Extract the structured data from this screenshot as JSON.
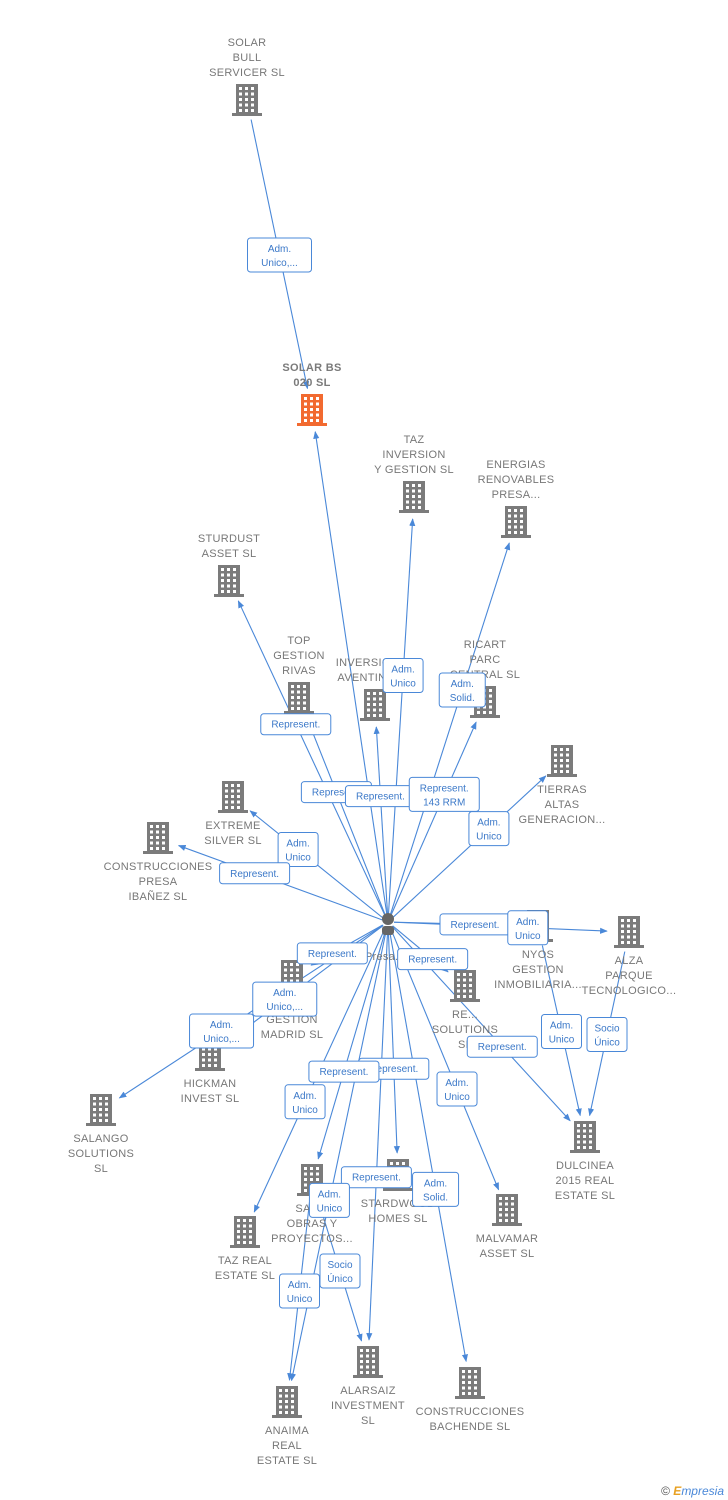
{
  "colors": {
    "building": "#7b7b7b",
    "focus": "#f26a30",
    "edge": "#4a88d8",
    "label": "#777777",
    "person": "#666666"
  },
  "nodes": [
    {
      "id": "solar_bull",
      "lines": [
        "SOLAR",
        "BULL",
        "SERVICER  SL"
      ]
    },
    {
      "id": "solar_bs",
      "lines": [
        "SOLAR BS",
        "020  SL"
      ],
      "focus": true
    },
    {
      "id": "taz_inv",
      "lines": [
        "TAZ",
        "INVERSION",
        "Y GESTION  SL"
      ]
    },
    {
      "id": "energias",
      "lines": [
        "ENERGIAS",
        "RENOVABLES",
        "PRESA..."
      ]
    },
    {
      "id": "sturdust",
      "lines": [
        "STURDUST",
        "ASSET  SL"
      ]
    },
    {
      "id": "top_rivas",
      "lines": [
        "TOP",
        "GESTION",
        "RIVAS"
      ]
    },
    {
      "id": "inv_aventino",
      "lines": [
        "INVERSIONES",
        "AVENTINO  SL"
      ]
    },
    {
      "id": "ricart",
      "lines": [
        "RICART",
        "PARC",
        "CENTRAL SL"
      ]
    },
    {
      "id": "tierras",
      "lines": [
        "TIERRAS",
        "ALTAS",
        "GENERACION..."
      ]
    },
    {
      "id": "extreme",
      "lines": [
        "EXTREME",
        "SILVER  SL"
      ]
    },
    {
      "id": "construcciones_presa",
      "lines": [
        "CONSTRUCCIONES",
        "PRESA",
        "IBAÑEZ SL"
      ]
    },
    {
      "id": "nyos",
      "lines": [
        "NYOS",
        "GESTION",
        "INMOBILIARIA..."
      ]
    },
    {
      "id": "alza",
      "lines": [
        "ALZA",
        "PARQUE",
        "TECNOLOGICO..."
      ]
    },
    {
      "id": "top_madrid",
      "lines": [
        "TOP",
        "GESTION",
        "MADRID  SL"
      ]
    },
    {
      "id": "redkin",
      "lines": [
        "RE...",
        "SOLUTIONS",
        "SL"
      ]
    },
    {
      "id": "hickman",
      "lines": [
        "HICKMAN",
        "INVEST  SL"
      ]
    },
    {
      "id": "salango",
      "lines": [
        "SALANGO",
        "SOLUTIONS",
        "SL"
      ]
    },
    {
      "id": "dulcinea",
      "lines": [
        "DULCINEA",
        "2015 REAL",
        "ESTATE  SL"
      ]
    },
    {
      "id": "stardwood",
      "lines": [
        "STARDWOOD",
        "HOMES  SL"
      ]
    },
    {
      "id": "malvamar",
      "lines": [
        "MALVAMAR",
        "ASSET  SL"
      ]
    },
    {
      "id": "saiza",
      "lines": [
        "SAIZA",
        "OBRAS Y",
        "PROYECTOS..."
      ]
    },
    {
      "id": "taz_real",
      "lines": [
        "TAZ REAL",
        "ESTATE  SL"
      ]
    },
    {
      "id": "alarsaiz",
      "lines": [
        "ALARSAIZ",
        "INVESTMENT",
        "SL"
      ]
    },
    {
      "id": "bachende",
      "lines": [
        "CONSTRUCCIONES",
        "BACHENDE SL"
      ]
    },
    {
      "id": "anaima",
      "lines": [
        "ANAIMA",
        "REAL",
        "ESTATE  SL"
      ]
    }
  ],
  "person": {
    "id": "person",
    "label": "Presa..."
  },
  "edges": [
    {
      "from": "solar_bull",
      "to": "solar_bs",
      "label": [
        "Adm.",
        "Unico,..."
      ]
    },
    {
      "from": "person",
      "to": "solar_bs",
      "label": []
    },
    {
      "from": "person",
      "to": "taz_inv",
      "label": [
        "Adm.",
        "Unico"
      ]
    },
    {
      "from": "person",
      "to": "energias",
      "label": [
        "Adm.",
        "Solid."
      ]
    },
    {
      "from": "person",
      "to": "sturdust",
      "label": [
        "Represent."
      ]
    },
    {
      "from": "person",
      "to": "top_rivas",
      "label": [
        "Represent."
      ]
    },
    {
      "from": "person",
      "to": "inv_aventino",
      "label": [
        "Represent."
      ]
    },
    {
      "from": "person",
      "to": "ricart",
      "label": [
        "Represent.",
        "143 RRM"
      ]
    },
    {
      "from": "person",
      "to": "tierras",
      "label": [
        "Adm.",
        "Unico"
      ]
    },
    {
      "from": "person",
      "to": "extreme",
      "label": [
        "Adm.",
        "Unico"
      ]
    },
    {
      "from": "person",
      "to": "construcciones_presa",
      "label": [
        "Represent."
      ]
    },
    {
      "from": "person",
      "to": "nyos",
      "label": [
        "Represent."
      ]
    },
    {
      "from": "person",
      "to": "alza",
      "label": [
        "Adm.",
        "Unico"
      ]
    },
    {
      "from": "person",
      "to": "top_madrid",
      "label": [
        "Represent."
      ]
    },
    {
      "from": "person",
      "to": "redkin",
      "label": [
        "Represent."
      ]
    },
    {
      "from": "person",
      "to": "hickman",
      "label": [
        "Adm.",
        "Unico,..."
      ]
    },
    {
      "from": "person",
      "to": "salango",
      "label": [
        "Adm.",
        "Unico,..."
      ]
    },
    {
      "from": "person",
      "to": "dulcinea",
      "label": [
        "Represent."
      ]
    },
    {
      "from": "person",
      "to": "stardwood",
      "label": [
        "Represent."
      ]
    },
    {
      "from": "person",
      "to": "malvamar",
      "label": [
        "Adm.",
        "Unico"
      ]
    },
    {
      "from": "person",
      "to": "saiza",
      "label": [
        "Represent."
      ]
    },
    {
      "from": "person",
      "to": "taz_real",
      "label": [
        "Adm.",
        "Unico"
      ]
    },
    {
      "from": "person",
      "to": "alarsaiz",
      "label": [
        "Represent."
      ]
    },
    {
      "from": "person",
      "to": "bachende",
      "label": [
        "Adm.",
        "Solid."
      ]
    },
    {
      "from": "person",
      "to": "anaima",
      "label": [
        "Adm.",
        "Unico"
      ]
    },
    {
      "from": "nyos",
      "to": "dulcinea",
      "label": [
        "Adm.",
        "Unico"
      ]
    },
    {
      "from": "alza",
      "to": "dulcinea",
      "label": [
        "Socio",
        "Único"
      ]
    },
    {
      "from": "saiza",
      "to": "alarsaiz",
      "label": [
        "Socio",
        "Único"
      ]
    },
    {
      "from": "saiza",
      "to": "anaima",
      "label": [
        "Adm.",
        "Unico"
      ]
    }
  ],
  "footer": {
    "copyright": "©",
    "brand_initial": "E",
    "brand_rest": "mpresia"
  }
}
